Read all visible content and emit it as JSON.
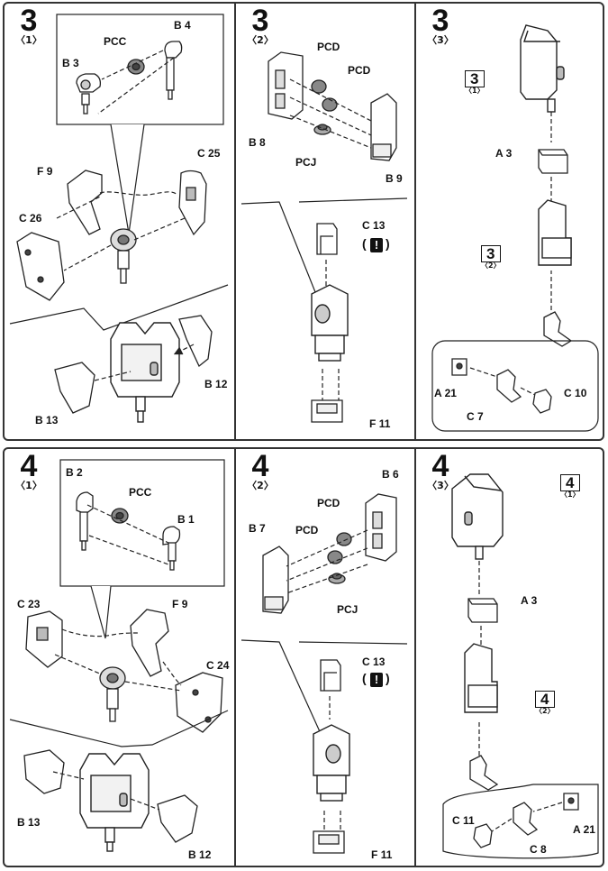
{
  "steps": [
    {
      "num": "3",
      "sub": "〈1〉"
    },
    {
      "num": "3",
      "sub": "〈2〉"
    },
    {
      "num": "3",
      "sub": "〈3〉"
    },
    {
      "num": "4",
      "sub": "〈1〉"
    },
    {
      "num": "4",
      "sub": "〈2〉"
    },
    {
      "num": "4",
      "sub": "〈3〉"
    }
  ],
  "labels": {
    "s31": {
      "pcc": "PC",
      "pcc_c": "C",
      "b4": "B",
      "b4_n": "4",
      "b3": "B",
      "b3_n": "3",
      "f9": "F",
      "f9_n": "9",
      "c25": "C",
      "c25_n": "25",
      "c26": "C",
      "c26_n": "26",
      "b12": "B",
      "b12_n": "12",
      "b13": "B",
      "b13_n": "13"
    },
    "s32": {
      "pcd1": "PC",
      "pcd1_c": "D",
      "pcd2": "PC",
      "pcd2_c": "D",
      "pcj": "PC",
      "pcj_c": "J",
      "b8": "B",
      "b8_n": "8",
      "b9": "B",
      "b9_n": "9",
      "c13": "C",
      "c13_n": "13",
      "f11": "F",
      "f11_n": "11",
      "warn": "!"
    },
    "s33": {
      "ref1_n": "3",
      "ref1_s": "〈1〉",
      "ref2_n": "3",
      "ref2_s": "〈2〉",
      "a3": "A",
      "a3_n": "3",
      "a21": "A",
      "a21_n": "21",
      "c7": "C",
      "c7_n": "7",
      "c10": "C",
      "c10_n": "10"
    },
    "s41": {
      "b2": "B",
      "b2_n": "2",
      "pcc": "PC",
      "pcc_c": "C",
      "b1": "B",
      "b1_n": "1",
      "c23": "C",
      "c23_n": "23",
      "f9": "F",
      "f9_n": "9",
      "c24": "C",
      "c24_n": "24",
      "b13": "B",
      "b13_n": "13",
      "b12": "B",
      "b12_n": "12"
    },
    "s42": {
      "b6": "B",
      "b6_n": "6",
      "b7": "B",
      "b7_n": "7",
      "pcd1": "PC",
      "pcd1_c": "D",
      "pcd2": "PC",
      "pcd2_c": "D",
      "pcj": "PC",
      "pcj_c": "J",
      "c13": "C",
      "c13_n": "13",
      "f11": "F",
      "f11_n": "11",
      "warn": "!"
    },
    "s43": {
      "ref1_n": "4",
      "ref1_s": "〈1〉",
      "ref2_n": "4",
      "ref2_s": "〈2〉",
      "a3": "A",
      "a3_n": "3",
      "c11": "C",
      "c11_n": "11",
      "a21": "A",
      "a21_n": "21",
      "c8": "C",
      "c8_n": "8"
    }
  }
}
